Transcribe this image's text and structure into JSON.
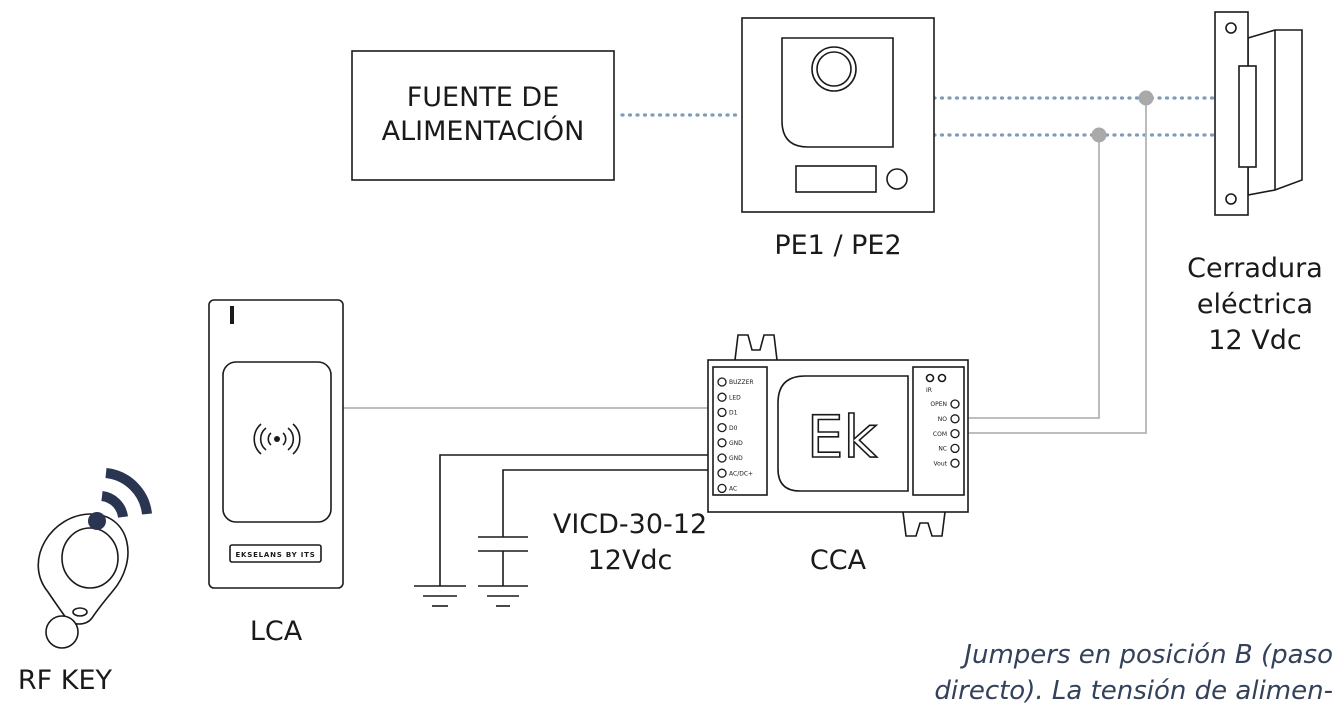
{
  "power_supply": {
    "line1": "FUENTE DE",
    "line2": "ALIMENTACIÓN"
  },
  "panel": {
    "label": "PE1 / PE2"
  },
  "lock": {
    "line1": "Cerradura",
    "line2": "eléctrica",
    "line3": "12 Vdc"
  },
  "reader": {
    "label": "LCA",
    "brand": "EKSELANS BY ITS"
  },
  "controller": {
    "label": "CCA",
    "logo": "Ek",
    "left_terminals": [
      "BUZZER",
      "LED",
      "D1",
      "D0",
      "GND",
      "GND",
      "AC/DC+",
      "AC"
    ],
    "right_top": "IR",
    "right_terminals": [
      "OPEN",
      "NO",
      "COM",
      "NC",
      "Vout"
    ]
  },
  "psu_small": {
    "line1": "VICD-30-12",
    "line2": "12Vdc"
  },
  "rfkey": {
    "label": "RF KEY"
  },
  "note": {
    "line1": "Jumpers en posición B (paso",
    "line2": "directo). La tensión de alimen-"
  },
  "colors": {
    "dotted": "#7f9bb8",
    "wire": "#b5b5b5",
    "junction": "#a9a9a9",
    "ink": "#1a1a1a",
    "wifi": "#2a3552",
    "note": "#33415a"
  }
}
